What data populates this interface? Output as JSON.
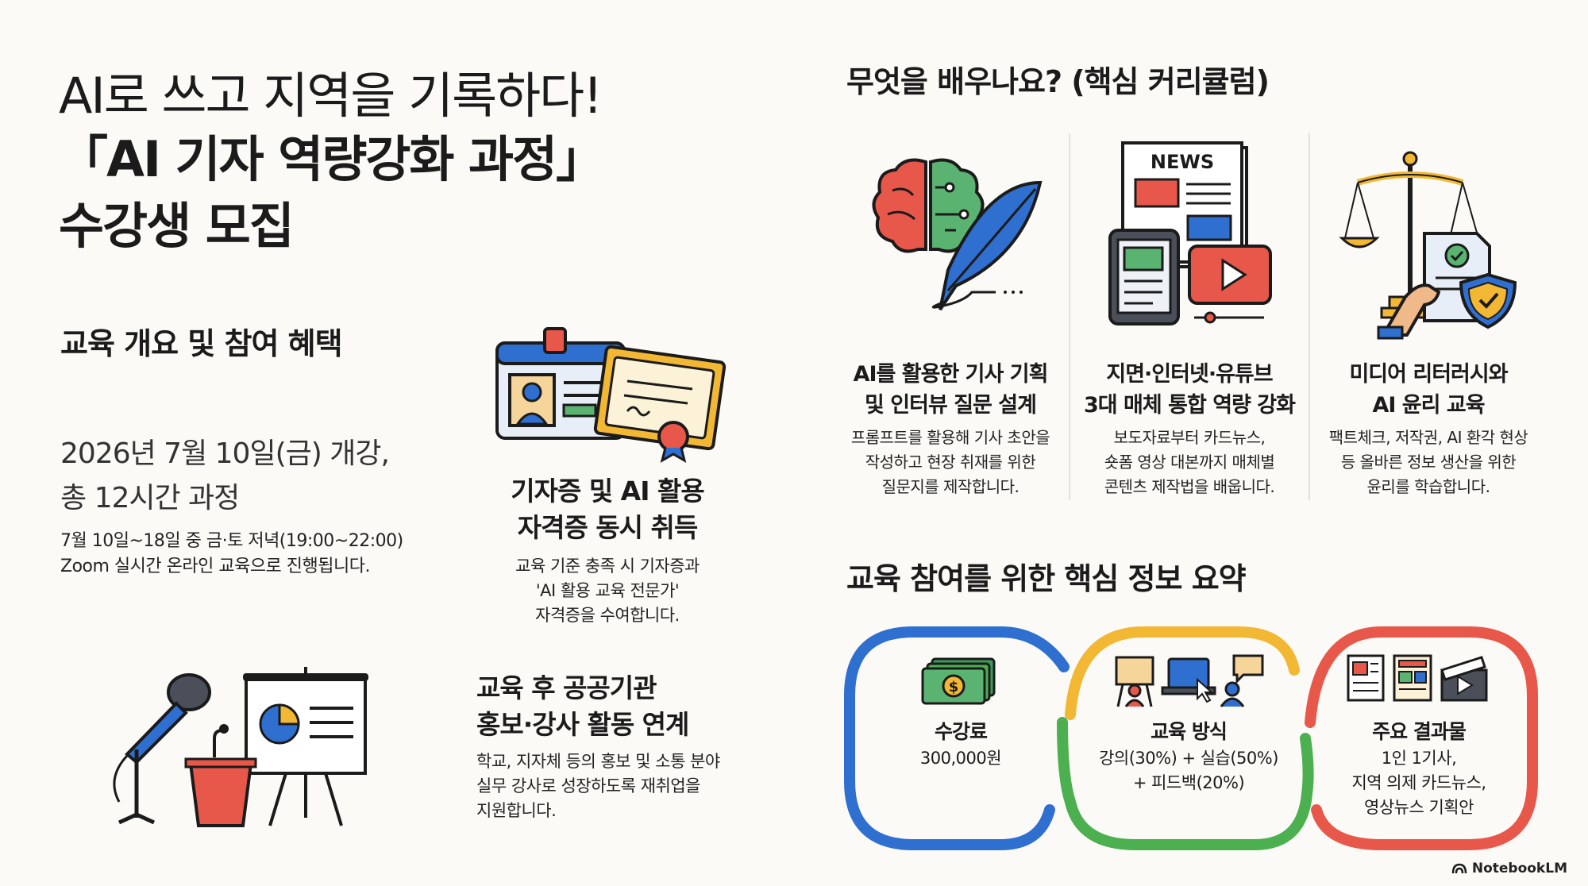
{
  "header": {
    "line1": "AI로 쓰고 지역을 기록하다!",
    "line2": "「AI 기자 역량강화 과정」",
    "line3": "수강생 모집"
  },
  "overview": {
    "heading": "교육 개요 및 참여 혜택",
    "date_line1": "2026년 7월 10일(금) 개강,",
    "date_line2": "총 12시간 과정",
    "schedule_line1": "7월 10일~18일 중 금·토 저녁(19:00~22:00)",
    "schedule_line2": "Zoom 실시간 온라인 교육으로 진행됩니다.",
    "benefit1_title_line1": "기자증 및 AI 활용",
    "benefit1_title_line2": "자격증 동시 취득",
    "benefit1_desc_line1": "교육 기준 충족 시 기자증과",
    "benefit1_desc_line2": "'AI 활용 교육 전문가'",
    "benefit1_desc_line3": "자격증을 수여합니다.",
    "benefit2_title_line1": "교육 후 공공기관",
    "benefit2_title_line2": "홍보·강사 활동 연계",
    "benefit2_desc_line1": "학교, 지자체 등의 홍보 및 소통 분야",
    "benefit2_desc_line2": "실무 강사로 성장하도록 재취업을",
    "benefit2_desc_line3": "지원합니다."
  },
  "curriculum": {
    "heading": "무엇을 배우나요? (핵심 커리큘럼)",
    "items": [
      {
        "icon": "brain-quill-icon",
        "title_line1": "AI를 활용한 기사 기획",
        "title_line2": "및 인터뷰 질문 설계",
        "desc_line1": "프롬프트를 활용해 기사 초안을",
        "desc_line2": "작성하고 현장 취재를 위한",
        "desc_line3": "질문지를 제작합니다."
      },
      {
        "icon": "newspaper-media-icon",
        "title_line1": "지면·인터넷·유튜브",
        "title_line2": "3대 매체 통합 역량 강화",
        "desc_line1": "보도자료부터 카드뉴스,",
        "desc_line2": "숏폼 영상 대본까지 매체별",
        "desc_line3": "콘텐츠 제작법을 배웁니다."
      },
      {
        "icon": "scales-document-shield-icon",
        "title_line1": "미디어 리터러시와",
        "title_line2": "AI 윤리 교육",
        "desc_line1": "팩트체크, 저작권, AI 환각 현상",
        "desc_line2": "등 올바른 정보 생산을 위한",
        "desc_line3": "윤리를 학습합니다."
      }
    ],
    "news_label": "NEWS"
  },
  "summary": {
    "heading": "교육 참여를 위한 핵심 정보 요약",
    "items": [
      {
        "title": "수강료",
        "line1": "300,000원",
        "line2": "",
        "line3": "",
        "color": "#2f6fcf"
      },
      {
        "title": "교육 방식",
        "line1": "강의(30%) + 실습(50%)",
        "line2": "+ 피드백(20%)",
        "line3": "",
        "color": "#f2b733"
      },
      {
        "title": "주요 결과물",
        "line1": "1인 1기사,",
        "line2": "지역 의제 카드뉴스,",
        "line3": "영상뉴스 기획안",
        "color": "#e8584a"
      }
    ],
    "connector_color": "#4caf50"
  },
  "footer": {
    "brand": "NotebookLM"
  }
}
